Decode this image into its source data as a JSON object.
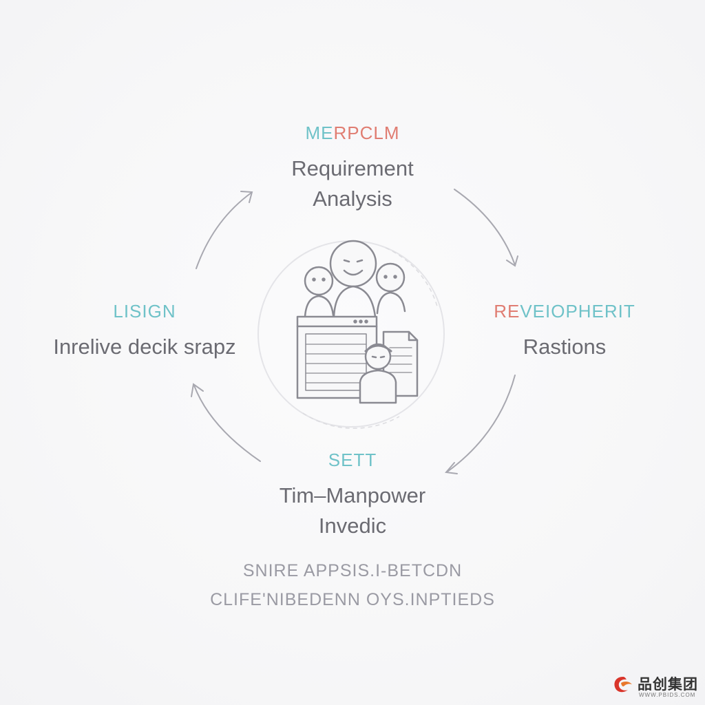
{
  "diagram": {
    "nodes": {
      "top": {
        "tag_a": "ME",
        "tag_b": "RPCLM",
        "title_line1": "Requirement",
        "title_line2": "Analysis"
      },
      "right": {
        "tag_a": "RE",
        "tag_b": "VEIOPHERIT",
        "title_line1": "Rastions"
      },
      "bottom": {
        "tag": "SETT",
        "title_line1": "Tim–Manpower",
        "title_line2": "Invedic"
      },
      "left": {
        "tag": "LISIGN",
        "title_line1": "Inrelive decik srapz"
      }
    },
    "footer": {
      "line1": "SNIRE  APPSIS.I-BETCDN",
      "line2": "CLIFE'NIBEDENN OYS.INPTIEDS"
    }
  },
  "colors": {
    "teal": "#6fc2c8",
    "coral": "#e07d72",
    "line": "#a8a8b0",
    "title": "#6b6b72"
  },
  "center_icon": "team-at-computer-icon",
  "watermark": {
    "logo_icon": "brand-swirl-icon",
    "name": "品创集团",
    "url": "WWW.PBIDS.COM"
  }
}
